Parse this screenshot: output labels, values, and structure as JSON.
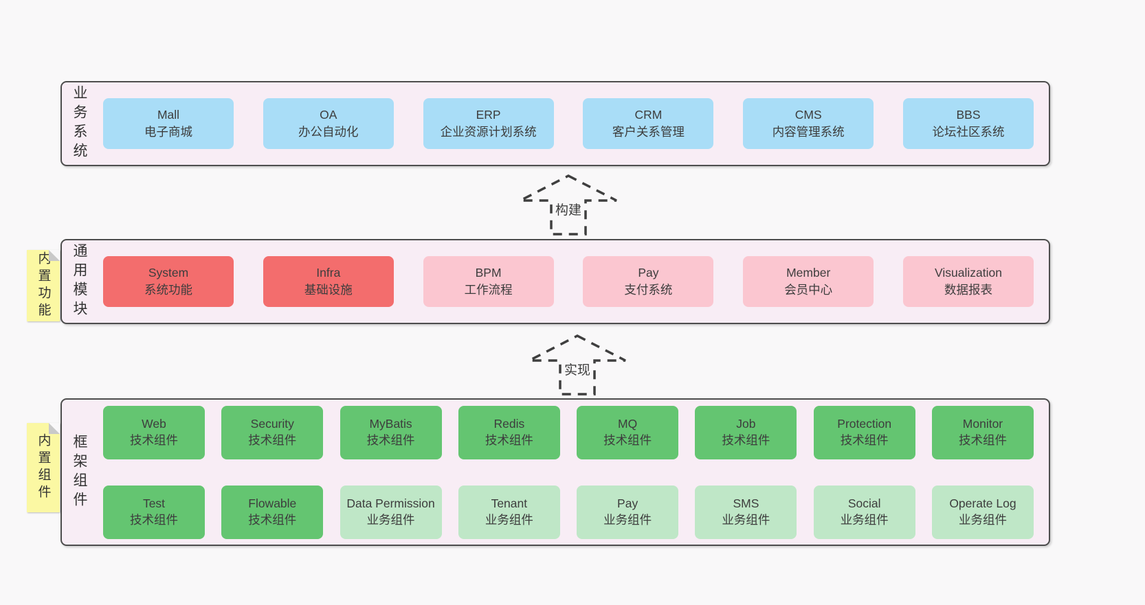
{
  "colors": {
    "page_bg": "#f9f8f9",
    "band_bg": "#f8edf5",
    "band_border": "#4d4d4d",
    "blue_box": "#a9ddf7",
    "red_box": "#f36d6d",
    "pink_box": "#fbc6d0",
    "green_box": "#64c571",
    "light_green_box": "#bfe7c7",
    "sticky_yellow": "#fbf8a3",
    "text": "#3d3d3d"
  },
  "arrows": [
    {
      "label": "构建"
    },
    {
      "label": "实现"
    }
  ],
  "bands": [
    {
      "label": "业务系统",
      "boxes": [
        {
          "name": "Mall",
          "subtitle": "电子商城",
          "variant": "blue"
        },
        {
          "name": "OA",
          "subtitle": "办公自动化",
          "variant": "blue"
        },
        {
          "name": "ERP",
          "subtitle": "企业资源计划系统",
          "variant": "blue"
        },
        {
          "name": "CRM",
          "subtitle": "客户关系管理",
          "variant": "blue"
        },
        {
          "name": "CMS",
          "subtitle": "内容管理系统",
          "variant": "blue"
        },
        {
          "name": "BBS",
          "subtitle": "论坛社区系统",
          "variant": "blue"
        }
      ]
    },
    {
      "label": "通用模块",
      "sticky": "内置功能",
      "boxes": [
        {
          "name": "System",
          "subtitle": "系统功能",
          "variant": "red"
        },
        {
          "name": "Infra",
          "subtitle": "基础设施",
          "variant": "red"
        },
        {
          "name": "BPM",
          "subtitle": "工作流程",
          "variant": "pink"
        },
        {
          "name": "Pay",
          "subtitle": "支付系统",
          "variant": "pink"
        },
        {
          "name": "Member",
          "subtitle": "会员中心",
          "variant": "pink"
        },
        {
          "name": "Visualization",
          "subtitle": "数据报表",
          "variant": "pink"
        }
      ]
    },
    {
      "label": "框架组件",
      "sticky": "内置组件",
      "rows": [
        [
          {
            "name": "Web",
            "subtitle": "技术组件",
            "variant": "green"
          },
          {
            "name": "Security",
            "subtitle": "技术组件",
            "variant": "green"
          },
          {
            "name": "MyBatis",
            "subtitle": "技术组件",
            "variant": "green"
          },
          {
            "name": "Redis",
            "subtitle": "技术组件",
            "variant": "green"
          },
          {
            "name": "MQ",
            "subtitle": "技术组件",
            "variant": "green"
          },
          {
            "name": "Job",
            "subtitle": "技术组件",
            "variant": "green"
          },
          {
            "name": "Protection",
            "subtitle": "技术组件",
            "variant": "green"
          },
          {
            "name": "Monitor",
            "subtitle": "技术组件",
            "variant": "green"
          }
        ],
        [
          {
            "name": "Test",
            "subtitle": "技术组件",
            "variant": "green"
          },
          {
            "name": "Flowable",
            "subtitle": "技术组件",
            "variant": "green"
          },
          {
            "name": "Data Permission",
            "subtitle": "业务组件",
            "variant": "lightgreen"
          },
          {
            "name": "Tenant",
            "subtitle": "业务组件",
            "variant": "lightgreen"
          },
          {
            "name": "Pay",
            "subtitle": "业务组件",
            "variant": "lightgreen"
          },
          {
            "name": "SMS",
            "subtitle": "业务组件",
            "variant": "lightgreen"
          },
          {
            "name": "Social",
            "subtitle": "业务组件",
            "variant": "lightgreen"
          },
          {
            "name": "Operate Log",
            "subtitle": "业务组件",
            "variant": "lightgreen"
          }
        ]
      ]
    }
  ]
}
